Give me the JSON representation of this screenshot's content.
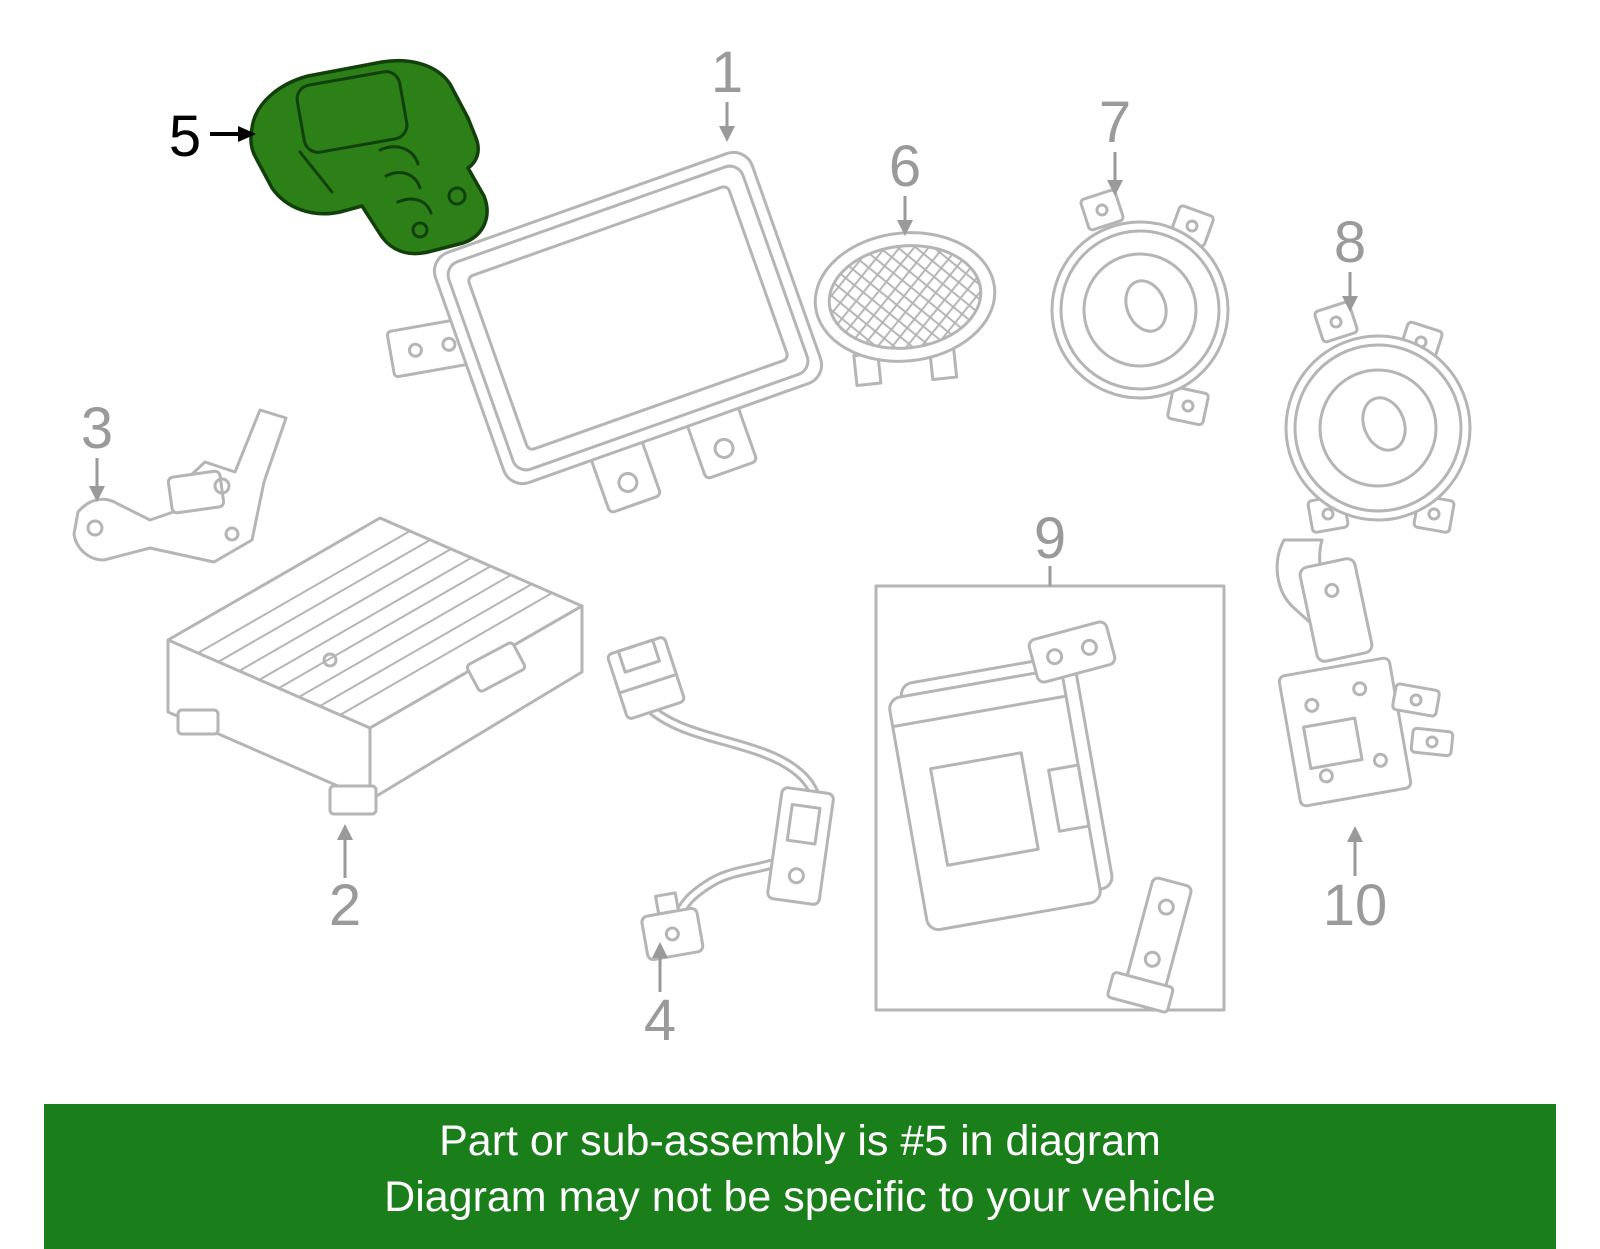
{
  "banner": {
    "line1": "Part or sub-assembly is #5 in diagram",
    "line2": "Diagram may not be specific to your vehicle",
    "background_color": "#1a7e1a",
    "text_color": "#ffffff"
  },
  "diagram": {
    "line_color": "#b5b5b5",
    "callout_color": "#9a9a9a",
    "highlight_callout_color": "#000000",
    "highlight_fill": "#2d7f17",
    "highlight_stroke": "#12400a",
    "callouts": [
      {
        "label": "1"
      },
      {
        "label": "2"
      },
      {
        "label": "3"
      },
      {
        "label": "4"
      },
      {
        "label": "5"
      },
      {
        "label": "6"
      },
      {
        "label": "7"
      },
      {
        "label": "8"
      },
      {
        "label": "9"
      },
      {
        "label": "10"
      }
    ]
  }
}
